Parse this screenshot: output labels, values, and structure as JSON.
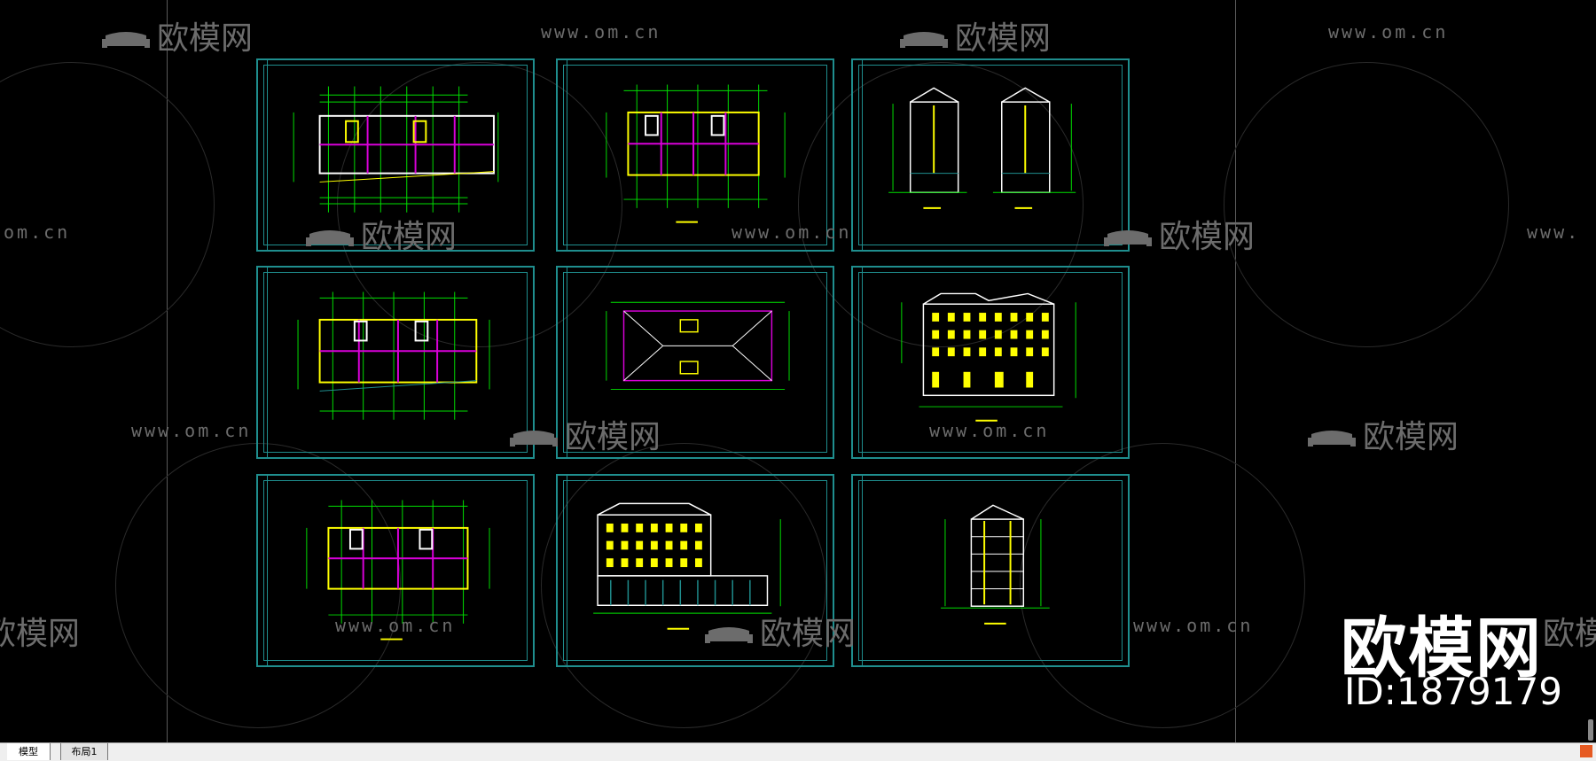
{
  "app": {
    "tabs": [
      {
        "label": "模型",
        "active": true
      },
      {
        "label": "布局1",
        "active": false
      }
    ]
  },
  "watermark": {
    "logo_text": "欧模网",
    "url_text": "www.om.cn",
    "url_text_short": "om.cn",
    "url_text_prefix": "www.",
    "logo_text_partial": "欧模网"
  },
  "brand": {
    "name": "欧模网",
    "id_text": "ID:1879179"
  },
  "sheets": [
    {
      "kind": "plan",
      "label": ""
    },
    {
      "kind": "plan",
      "label": ""
    },
    {
      "kind": "elevation-side",
      "label": ""
    },
    {
      "kind": "plan",
      "label": ""
    },
    {
      "kind": "roof",
      "label": ""
    },
    {
      "kind": "elevation-front",
      "label": ""
    },
    {
      "kind": "plan",
      "label": ""
    },
    {
      "kind": "elevation-long",
      "label": ""
    },
    {
      "kind": "section",
      "label": ""
    }
  ],
  "colors": {
    "frame": "#1f8e8e",
    "axis": "#00e000",
    "wall": "#d800d8",
    "accent": "#ffff00",
    "window": "#ffffff",
    "watermark": "#6c6c6c"
  }
}
